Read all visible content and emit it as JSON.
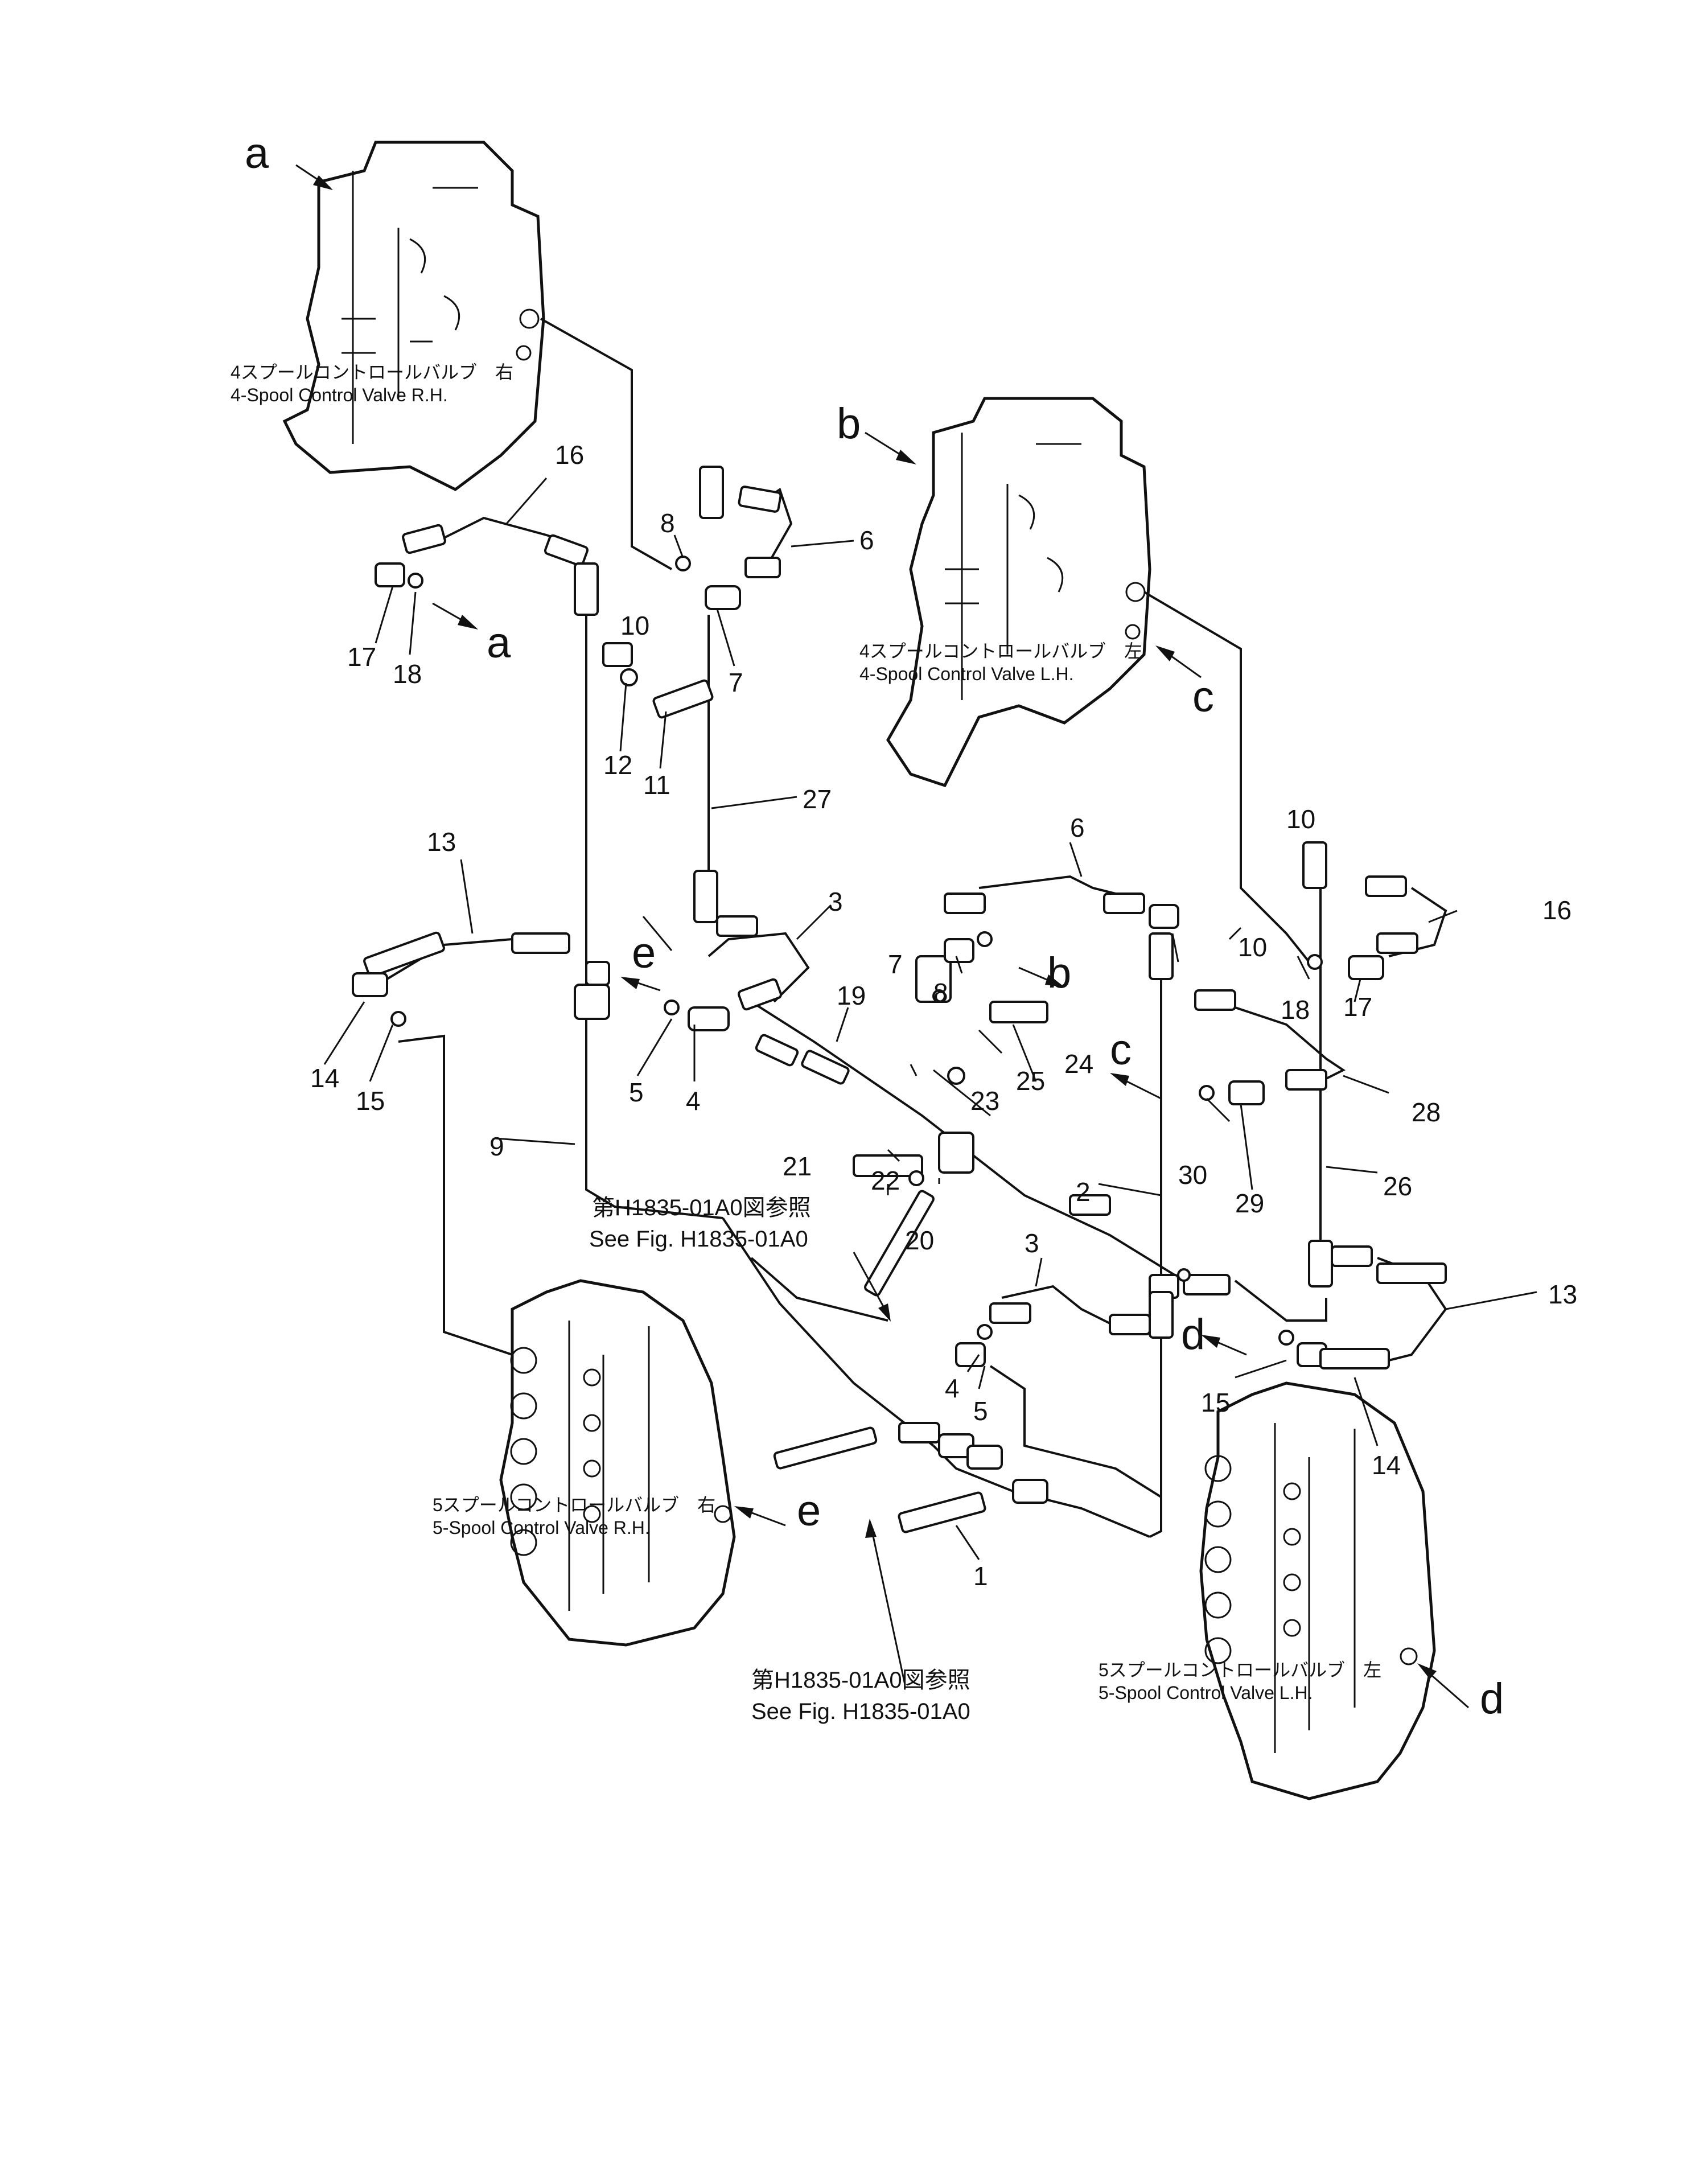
{
  "diagram": {
    "valves": [
      {
        "id": "4spool-rh",
        "jp": "4スプールコントロールバルブ　右",
        "en": "4-Spool  Control  Valve  R.H."
      },
      {
        "id": "4spool-lh",
        "jp": "4スプールコントロールバルブ　左",
        "en": "4-Spool  Control  Valve  L.H."
      },
      {
        "id": "5spool-rh",
        "jp": "5スプールコントロールバルブ　右",
        "en": "5-Spool  Control  Valve  R.H."
      },
      {
        "id": "5spool-lh",
        "jp": "5スプールコントロールバルブ　左",
        "en": "5-Spool  Control  Valve  L.H."
      }
    ],
    "references": [
      {
        "jp": "第H1835-01A0図参照",
        "en": "See  Fig.  H1835-01A0"
      },
      {
        "jp": "第H1835-01A0図参照",
        "en": "See  Fig.  H1835-01A0"
      }
    ],
    "connection_letters": [
      "a",
      "a",
      "b",
      "b",
      "c",
      "c",
      "d",
      "d",
      "e",
      "e"
    ],
    "part_numbers": [
      "1",
      "2",
      "3",
      "3",
      "4",
      "4",
      "5",
      "5",
      "6",
      "6",
      "7",
      "7",
      "8",
      "8",
      "9",
      "10",
      "10",
      "10",
      "11",
      "12",
      "13",
      "13",
      "14",
      "14",
      "15",
      "15",
      "16",
      "16",
      "17",
      "17",
      "18",
      "18",
      "19",
      "20",
      "21",
      "22",
      "23",
      "24",
      "25",
      "26",
      "27",
      "28",
      "29",
      "30"
    ]
  }
}
